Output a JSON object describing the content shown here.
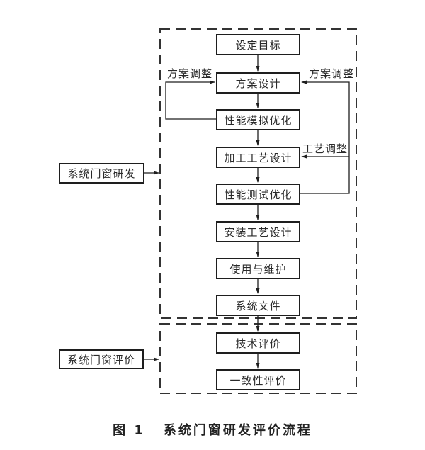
{
  "flowchart": {
    "main_steps": [
      {
        "id": "step-1",
        "label": "设定目标"
      },
      {
        "id": "step-2",
        "label": "方案设计"
      },
      {
        "id": "step-3",
        "label": "性能模拟优化"
      },
      {
        "id": "step-4",
        "label": "加工工艺设计"
      },
      {
        "id": "step-5",
        "label": "性能测试优化"
      },
      {
        "id": "step-6",
        "label": "安装工艺设计"
      },
      {
        "id": "step-7",
        "label": "使用与维护"
      },
      {
        "id": "step-8",
        "label": "系统文件"
      },
      {
        "id": "step-9",
        "label": "技术评价"
      },
      {
        "id": "step-10",
        "label": "一致性评价"
      }
    ],
    "phases": [
      {
        "id": "phase-development",
        "label": "系统门窗研发",
        "covers": [
          "step-1",
          "step-2",
          "step-3",
          "step-4",
          "step-5",
          "step-6",
          "step-7",
          "step-8"
        ]
      },
      {
        "id": "phase-evaluation",
        "label": "系统门窗评价",
        "covers": [
          "step-9",
          "step-10"
        ]
      }
    ],
    "feedback_loops": [
      {
        "id": "loop-left",
        "label": "方案调整",
        "from": "step-3",
        "to": "step-2",
        "side": "left"
      },
      {
        "id": "loop-right-scheme",
        "label": "方案调整",
        "from": "step-5",
        "to": "step-2",
        "side": "right"
      },
      {
        "id": "loop-right-process",
        "label": "工艺调整",
        "from": "step-5",
        "to": "step-4",
        "side": "right"
      }
    ]
  },
  "caption": {
    "figure_number": "图 1",
    "title": "系统门窗研发评价流程"
  }
}
